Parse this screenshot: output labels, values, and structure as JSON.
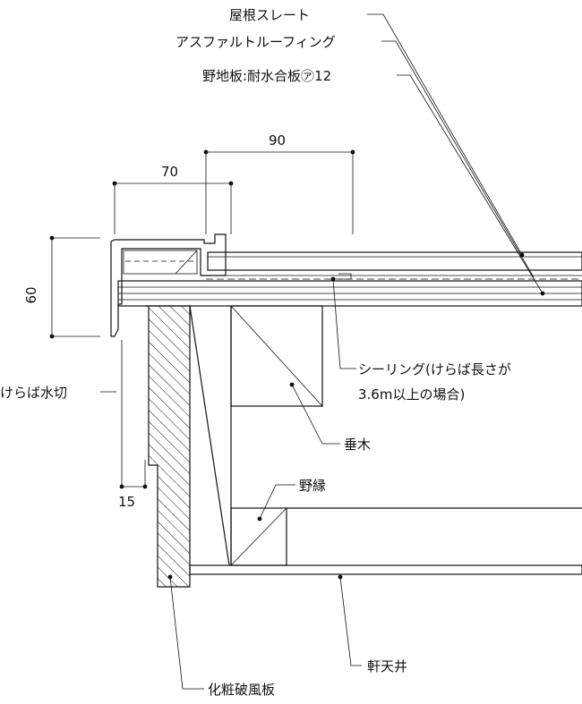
{
  "labels": {
    "roof_slate": "屋根スレート",
    "asphalt_roofing": "アスファルトルーフィング",
    "sheathing": "野地板:耐水合板㋐12",
    "sealing_line1": "シーリング(けらば長さが",
    "sealing_line2": "3.6m以上の場合)",
    "rafter": "垂木",
    "purlin_edge": "野縁",
    "keraba_flashing": "けらば水切",
    "eave_ceiling": "軒天井",
    "fascia_board": "化粧破風板"
  },
  "dimensions": {
    "d90": "90",
    "d70": "70",
    "d60": "60",
    "d15": "15"
  }
}
